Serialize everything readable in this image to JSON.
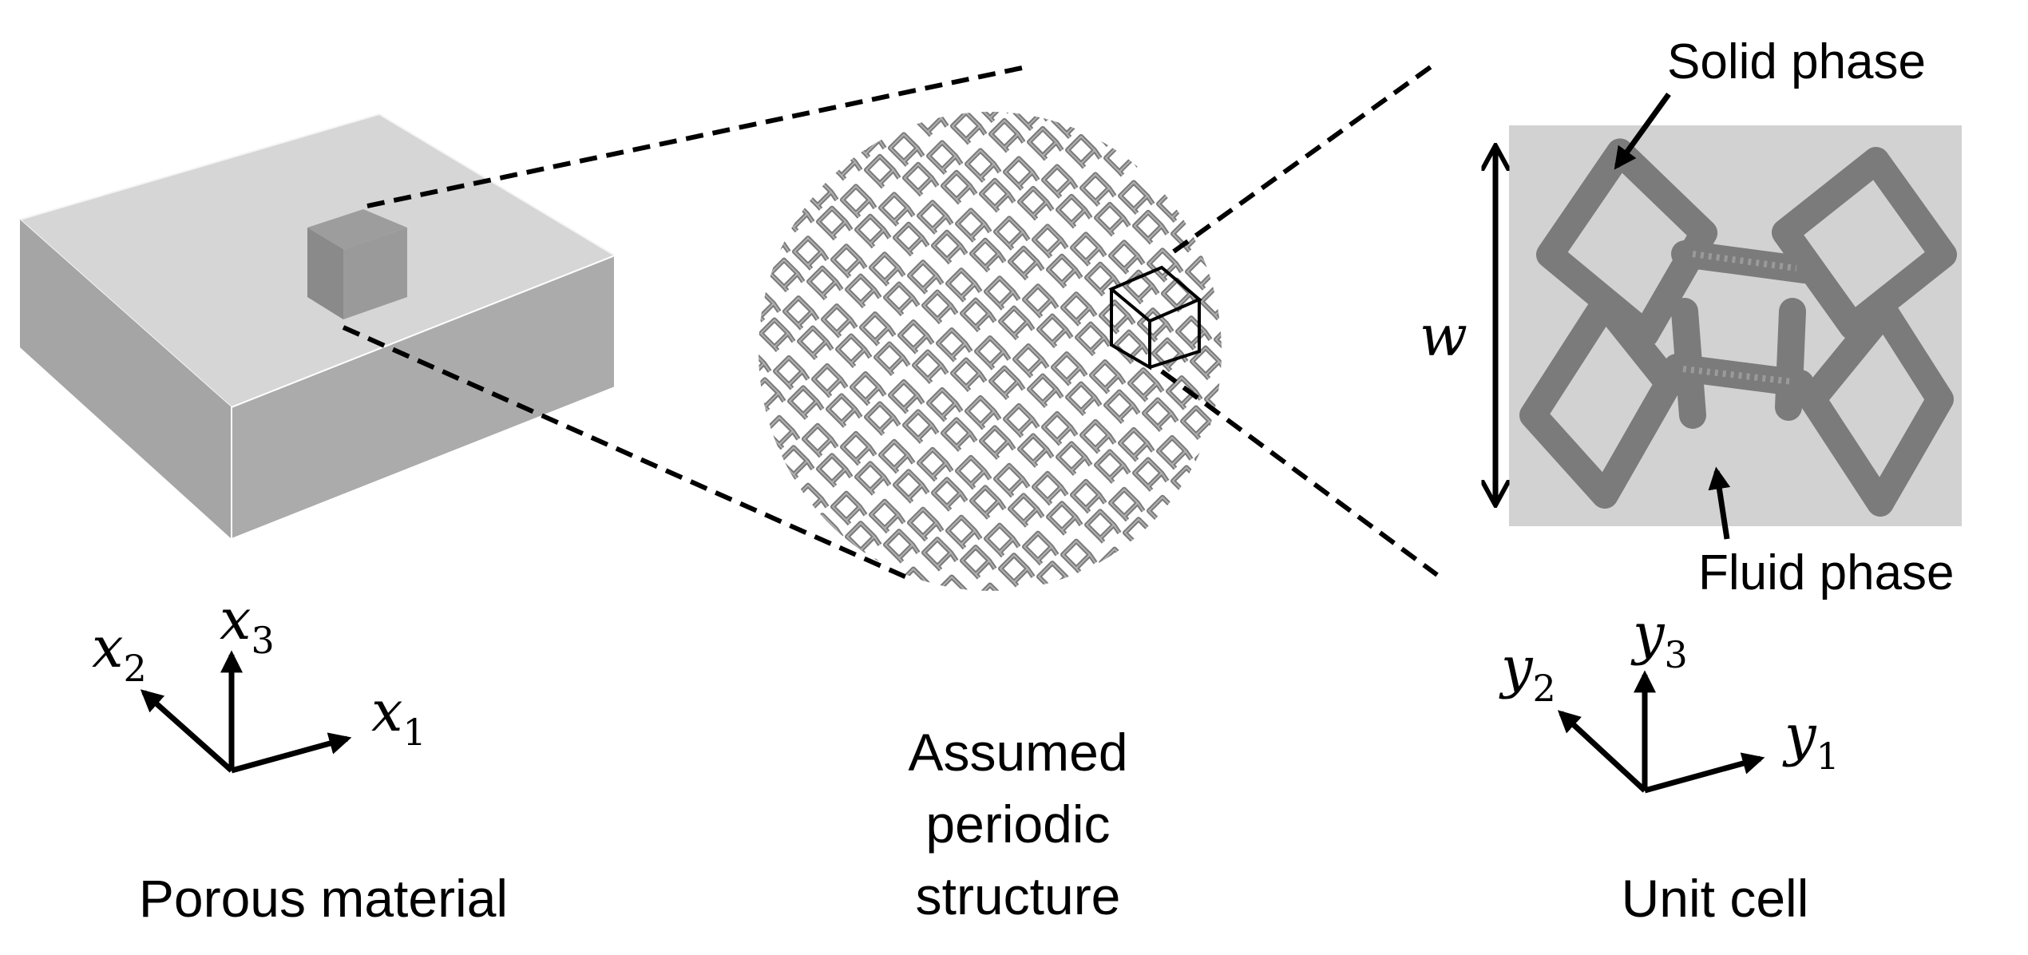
{
  "panels": {
    "left": {
      "caption": "Porous material",
      "axes": {
        "x1": "x",
        "x1_sub": "1",
        "x2": "x",
        "x2_sub": "2",
        "x3": "x",
        "x3_sub": "3"
      }
    },
    "middle": {
      "caption_lines": [
        "Assumed",
        "periodic",
        "structure"
      ]
    },
    "right": {
      "caption": "Unit cell",
      "solid_label": "Solid phase",
      "fluid_label": "Fluid phase",
      "width_label": "w",
      "axes": {
        "y1": "y",
        "y1_sub": "1",
        "y2": "y",
        "y2_sub": "2",
        "y3": "y",
        "y3_sub": "3"
      }
    }
  },
  "colors": {
    "block_top": "#d6d6d6",
    "block_front": "#ababab",
    "block_side": "#8e8e8e",
    "lattice": "#7a7a7a",
    "unit_bg": "#d2d2d2",
    "unit_strut": "#7b7b7b"
  }
}
